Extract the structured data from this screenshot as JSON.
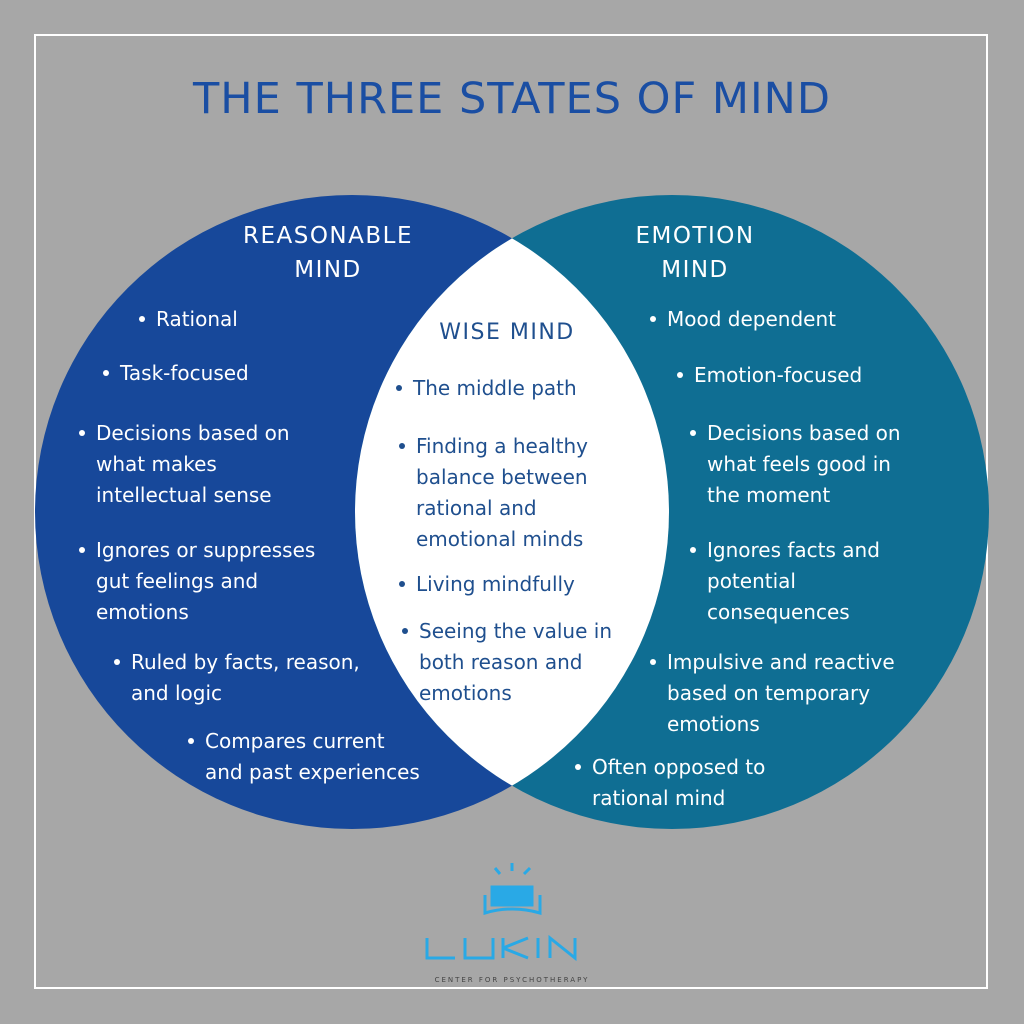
{
  "title": "THE THREE STATES OF MIND",
  "colors": {
    "background": "#a7a7a7",
    "reasonable": "#17489a",
    "emotion": "#0f6e93",
    "wise": "#ffffff",
    "title": "#1a4ea3"
  },
  "reasonable": {
    "heading": [
      "REASONABLE",
      "MIND"
    ],
    "items": [
      [
        "Rational"
      ],
      [
        "Task-focused"
      ],
      [
        "Decisions based on",
        "what makes",
        "intellectual sense"
      ],
      [
        "Ignores or suppresses",
        "gut feelings and",
        "emotions"
      ],
      [
        "Ruled by facts, reason,",
        "and logic"
      ],
      [
        "Compares current",
        "and past experiences"
      ]
    ]
  },
  "wise": {
    "heading": "WISE MIND",
    "items": [
      [
        "The middle path"
      ],
      [
        "Finding a healthy",
        "balance between",
        "rational and",
        "emotional minds"
      ],
      [
        "Living mindfully"
      ],
      [
        "Seeing the value in",
        "both reason and",
        "emotions"
      ]
    ]
  },
  "emotion": {
    "heading": [
      "EMOTION",
      "MIND"
    ],
    "items": [
      [
        "Mood dependent"
      ],
      [
        "Emotion-focused"
      ],
      [
        "Decisions based on",
        "what feels good in",
        "the moment"
      ],
      [
        "Ignores facts and",
        "potential",
        "consequences"
      ],
      [
        "Impulsive and reactive",
        "based on temporary",
        "emotions"
      ],
      [
        "Often opposed to",
        "rational mind"
      ]
    ]
  },
  "logo": {
    "name": "LUKIN",
    "tagline": "CENTER FOR PSYCHOTHERAPY"
  }
}
